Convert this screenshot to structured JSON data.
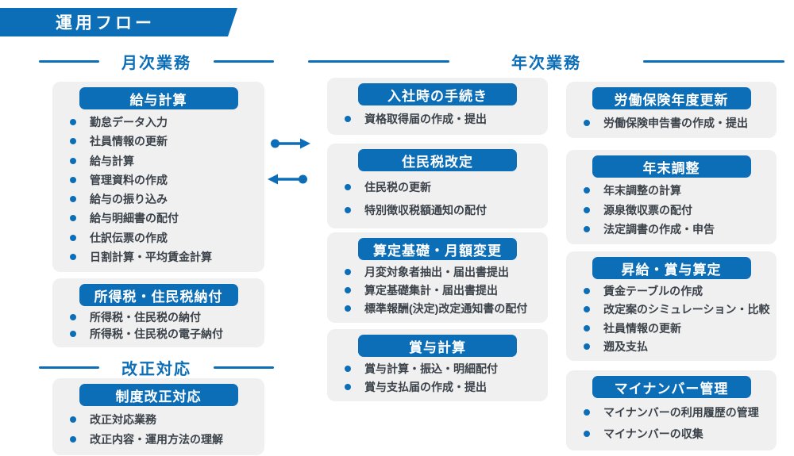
{
  "colors": {
    "accent": "#0d6eb8",
    "text": "#3b424a",
    "card_bg": "#f0f0f0",
    "pill_text": "#ffffff"
  },
  "banner": {
    "title": "運用フロー"
  },
  "sections": {
    "monthly": "月次業務",
    "annual": "年次業務",
    "revision": "改正対応"
  },
  "icons": {
    "arrow_right": "→",
    "arrow_left": "←",
    "bullet": "●"
  },
  "columns": [
    {
      "name": "monthly-tasks",
      "cards": [
        {
          "title": "給与計算",
          "items": [
            "勤怠データ入力",
            "社員情報の更新",
            "給与計算",
            "管理資料の作成",
            "給与の振り込み",
            "給与明細書の配付",
            "仕訳伝票の作成",
            "日割計算・平均賃金計算"
          ]
        },
        {
          "title": "所得税・住民税納付",
          "items": [
            "所得税・住民税の納付",
            "所得税・住民税の電子納付"
          ]
        },
        {
          "title": "制度改正対応",
          "items": [
            "改正対応業務",
            "改正内容・運用方法の理解"
          ]
        }
      ]
    },
    {
      "name": "annual-tasks-left",
      "cards": [
        {
          "title": "入社時の手続き",
          "items": [
            "資格取得届の作成・提出"
          ]
        },
        {
          "title": "住民税改定",
          "items": [
            "住民税の更新",
            "特別徴収税額通知の配付"
          ]
        },
        {
          "title": "算定基礎・月額変更",
          "items": [
            "月変対象者抽出・届出書提出",
            "算定基礎集計・届出書提出",
            "標準報酬(決定)改定通知書の配付"
          ]
        },
        {
          "title": "賞与計算",
          "items": [
            "賞与計算・振込・明細配付",
            "賞与支払届の作成・提出"
          ]
        }
      ]
    },
    {
      "name": "annual-tasks-right",
      "cards": [
        {
          "title": "労働保険年度更新",
          "items": [
            "労働保険申告書の作成・提出"
          ]
        },
        {
          "title": "年末調整",
          "items": [
            "年末調整の計算",
            "源泉徴収票の配付",
            "法定調書の作成・申告"
          ]
        },
        {
          "title": "昇給・賞与算定",
          "items": [
            "賃金テーブルの作成",
            "改定案のシミュレーション・比較",
            "社員情報の更新",
            "遡及支払"
          ]
        },
        {
          "title": "マイナンバー管理",
          "items": [
            "マイナンバーの利用履歴の管理",
            "マイナンバーの収集"
          ]
        }
      ]
    }
  ]
}
